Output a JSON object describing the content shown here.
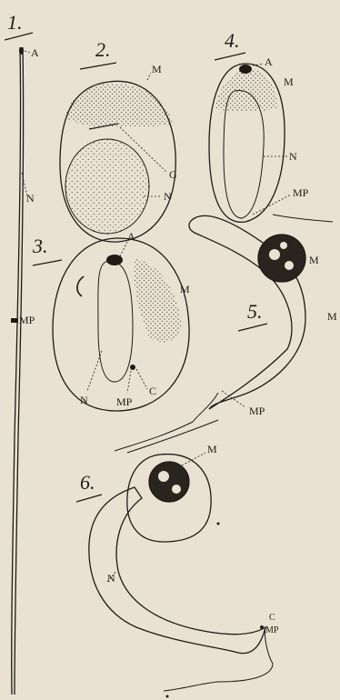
{
  "figures": [
    {
      "number": "1.",
      "labels": {
        "a": "A",
        "n": "N",
        "mp": "MP"
      }
    },
    {
      "number": "2.",
      "labels": {
        "m": "M",
        "g": "G",
        "n": "N"
      }
    },
    {
      "number": "3.",
      "labels": {
        "a": "A",
        "m": "M",
        "n": "N",
        "c": "C",
        "mp": "MP"
      }
    },
    {
      "number": "4.",
      "labels": {
        "a": "A",
        "m": "M",
        "n": "N",
        "mp": "MP"
      }
    },
    {
      "number": "5.",
      "labels": {
        "m": "M",
        "mp": "MP"
      }
    },
    {
      "number": "6.",
      "labels": {
        "m": "M",
        "n": "N",
        "c": "C",
        "mp": "MP"
      }
    }
  ],
  "colors": {
    "paper": "#e9e2d3",
    "ink": "#1f1a16"
  }
}
